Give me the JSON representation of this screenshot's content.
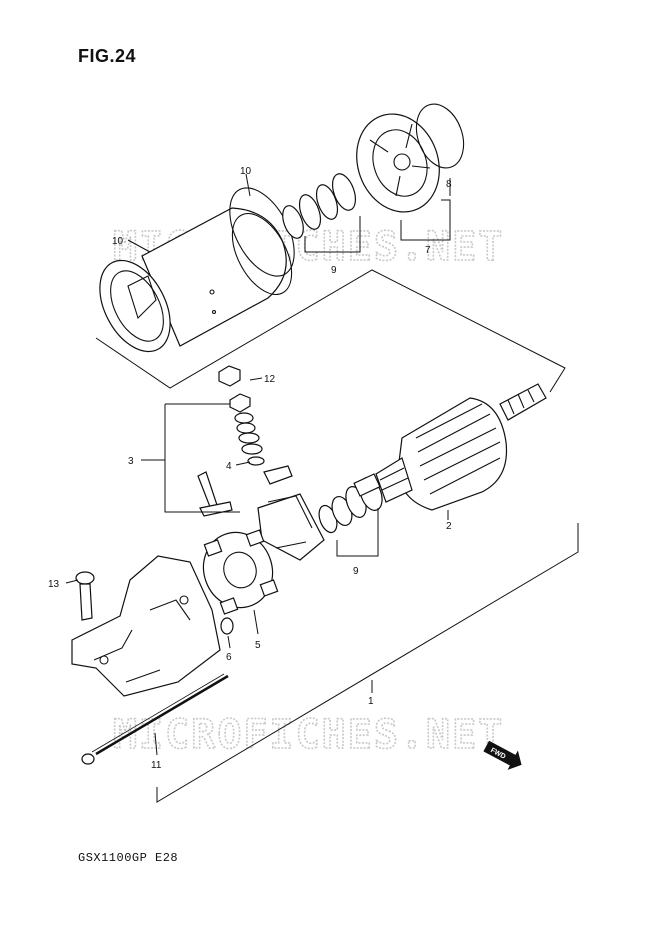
{
  "figure_title": "FIG.24",
  "model_code": "GSX1100GP  E28",
  "watermarks": [
    "MICROFICHES.NET",
    "MICROFICHES.NET"
  ],
  "fwd_label": "FWD",
  "callouts": {
    "c1": "1",
    "c2": "2",
    "c3": "3",
    "c4": "4",
    "c5": "5",
    "c6": "6",
    "c7": "7",
    "c8": "8",
    "c9a": "9",
    "c9b": "9",
    "c10a": "10",
    "c10b": "10",
    "c11": "11",
    "c12": "12",
    "c13": "13"
  }
}
